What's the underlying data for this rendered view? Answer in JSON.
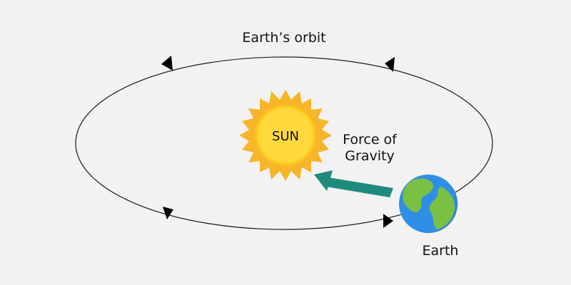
{
  "diagram": {
    "orbit_label": "Earth’s orbit",
    "sun_label": "SUN",
    "force_label_line1": "Force of",
    "force_label_line2": "Gravity",
    "earth_label": "Earth"
  },
  "colors": {
    "background": "#f2f2f2",
    "orbit": "#1a1a1a",
    "sun_rays": "#f7b52a",
    "sun_body": "#ffd21f",
    "arrow": "#1f8a7d",
    "earth_ocean": "#2f8fe6",
    "earth_land": "#7ac143"
  }
}
